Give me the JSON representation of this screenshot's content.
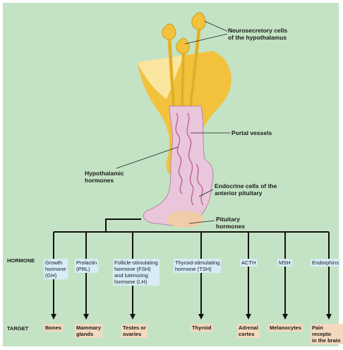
{
  "labels": {
    "neurosecretory": "Neurosecretory cells\nof the hypothalamus",
    "portal_vessels": "Portal vessels",
    "hypothalamic_hormones": "Hypothalamic\nhormones",
    "endocrine_cells": "Endocrine cells of the\nanterior pituitary",
    "pituitary_hormones": "Pituitary\nhormones"
  },
  "row_labels": {
    "hormone": "HORMONE",
    "target": "TARGET"
  },
  "hormones": [
    {
      "name": "Growth\nhormone\n(GH)",
      "target": "Bones"
    },
    {
      "name": "Prolactin\n(PRL)",
      "target": "Mammary\nglands"
    },
    {
      "name": "Follicle-stimulating\nhormone (FSH)\nand luteinizing\nhormone (LH)",
      "target": "Testes or\novaries"
    },
    {
      "name": "Thyroid-stimulating\nhormone (TSH)",
      "target": "Thyroid"
    },
    {
      "name": "ACTH",
      "target": "Adrenal\ncortex"
    },
    {
      "name": "MSH",
      "target": "Melanocytes"
    },
    {
      "name": "Endorphins",
      "target": "Pain recepto\nin the brain"
    }
  ],
  "colors": {
    "background": "#c4e3c4",
    "hypothalamus": "#f2c23c",
    "hypothalamus_light": "#fbe6a0",
    "pituitary": "#e9c6dc",
    "hormone_box": "#d7ecf7",
    "target_box": "#f4d9be"
  }
}
